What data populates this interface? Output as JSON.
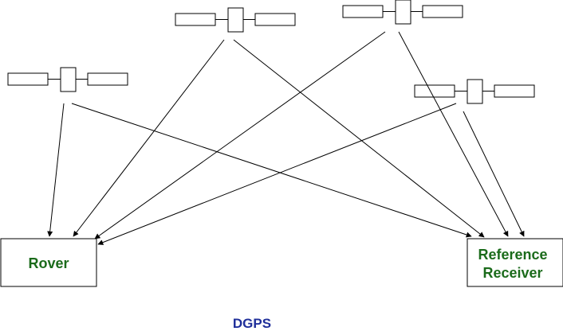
{
  "diagram": {
    "caption": "DGPS",
    "rover": {
      "label": "Rover"
    },
    "reference_receiver": {
      "label_line1": "Reference",
      "label_line2": "Receiver"
    },
    "satellite_count": 4,
    "colors": {
      "line": "#000000",
      "box_label": "#1b6b1b",
      "caption": "#1f2f9a"
    }
  }
}
